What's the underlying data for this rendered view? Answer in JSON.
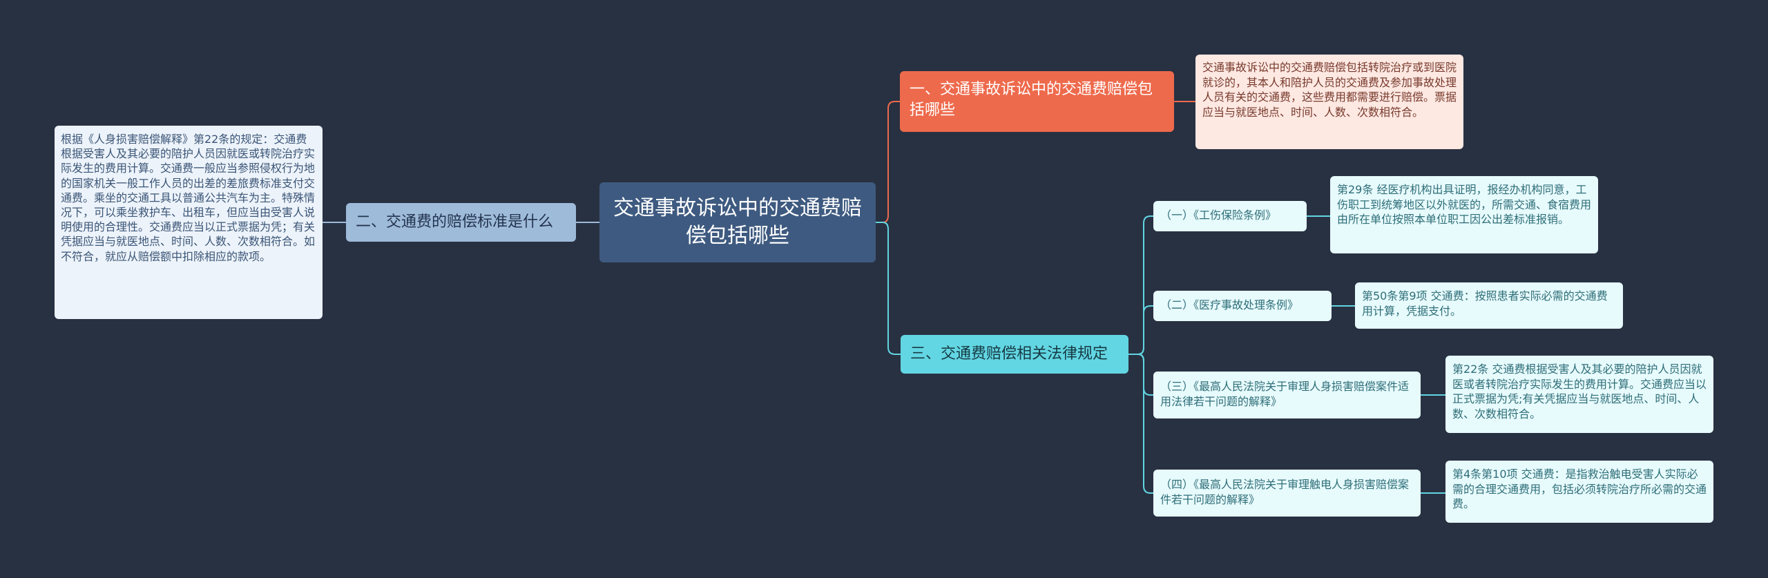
{
  "root": {
    "title": "交通事故诉讼中的交通费赔偿包括哪些"
  },
  "branch1": {
    "label": "一、交通事故诉讼中的交通费赔偿包括哪些",
    "detail": "交通事故诉讼中的交通费赔偿包括转院治疗或到医院就诊的，其本人和陪护人员的交通费及参加事故处理人员有关的交通费，这些费用都需要进行赔偿。票据应当与就医地点、时间、人数、次数相符合。"
  },
  "branch2": {
    "label": "二、交通费的赔偿标准是什么",
    "detail": "根据《人身损害赔偿解释》第22条的规定：交通费根据受害人及其必要的陪护人员因就医或转院治疗实际发生的费用计算。交通费一般应当参照侵权行为地的国家机关一般工作人员的出差的差旅费标准支付交通费。乘坐的交通工具以普通公共汽车为主。特殊情况下，可以乘坐救护车、出租车，但应当由受害人说明使用的合理性。交通费应当以正式票据为凭；有关凭据应当与就医地点、时间、人数、次数相符合。如不符合，就应从赔偿额中扣除相应的款项。"
  },
  "branch3": {
    "label": "三、交通费赔偿相关法律规定",
    "items": [
      {
        "label": "（一）《工伤保险条例》",
        "detail": "第29条 经医疗机构出具证明，报经办机构同意，工伤职工到统筹地区以外就医的，所需交通、食宿费用由所在单位按照本单位职工因公出差标准报销。"
      },
      {
        "label": "（二）《医疗事故处理条例》",
        "detail": "第50条第9项 交通费：按照患者实际必需的交通费用计算，凭据支付。"
      },
      {
        "label": "（三）《最高人民法院关于审理人身损害赔偿案件适用法律若干问题的解释》",
        "detail": "第22条 交通费根据受害人及其必要的陪护人员因就医或者转院治疗实际发生的费用计算。交通费应当以正式票据为凭;有关凭据应当与就医地点、时间、人数、次数相符合。"
      },
      {
        "label": "（四）《最高人民法院关于审理触电人身损害赔偿案件若干问题的解释》",
        "detail": "第4条第10项 交通费：是指救治触电受害人实际必需的合理交通费用，包括必须转院治疗所必需的交通费。"
      }
    ]
  },
  "colors": {
    "background": "#283142",
    "root": "#3e5a80",
    "branch1": "#ee6a4c",
    "branch2": "#9fbbda",
    "branch3": "#62d6e2"
  }
}
